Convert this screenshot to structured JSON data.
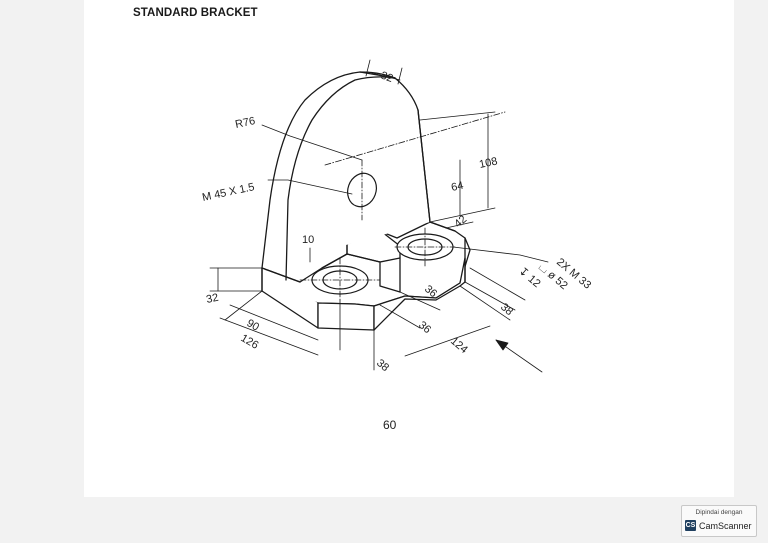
{
  "title": "STANDARD BRACKET",
  "page_number": "60",
  "dimensions": {
    "top_thickness": "32",
    "radius": "R76",
    "thread": "M 45 X 1.5",
    "height_108": "108",
    "height_64": "64",
    "depth_42": "42",
    "groove": "10",
    "base_thickness": "32",
    "hole_36_upper": "36",
    "hole_36_lower": "36",
    "width_90": "90",
    "width_126": "126",
    "offset_38_bottom": "38",
    "length_124": "124",
    "offset_38_right": "38",
    "holes_spec": "2X M 33",
    "cbore_dia": "⌴ ø 52",
    "cbore_depth": "↧ 12"
  },
  "watermark": {
    "caption": "Dipindai dengan",
    "brand": "CamScanner",
    "logo_letters": "CS"
  }
}
